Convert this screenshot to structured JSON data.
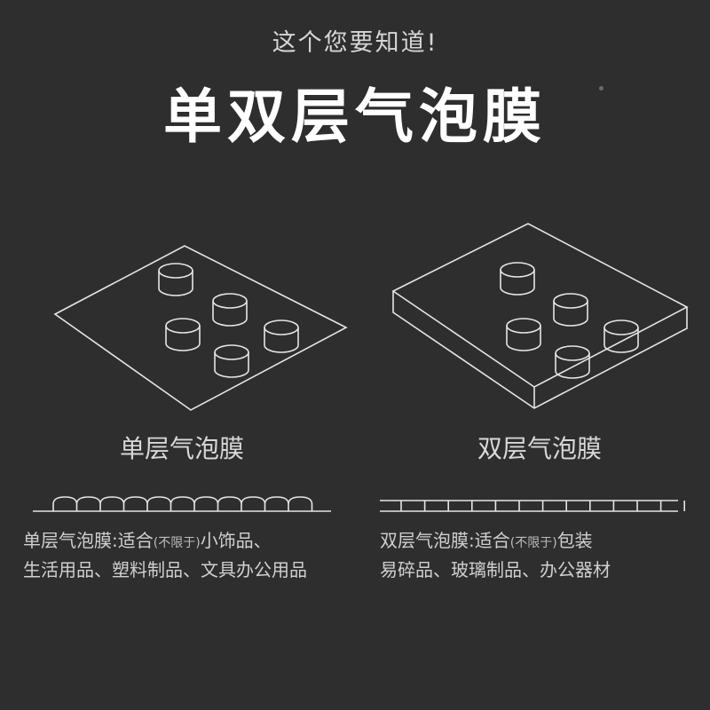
{
  "header": {
    "subtitle": "这个您要知道!",
    "title": "单双层气泡膜"
  },
  "single": {
    "label": "单层气泡膜",
    "desc_line1_a": "单层气泡膜:适合",
    "desc_line1_small": "(不限于)",
    "desc_line1_b": "小饰品、",
    "desc_line2": "生活用品、塑料制品、文具办公用品"
  },
  "double": {
    "label": "双层气泡膜",
    "desc_line1_a": "双层气泡膜:适合",
    "desc_line1_small": "(不限于)",
    "desc_line1_b": "包装",
    "desc_line2": "易碎品、玻璃制品、办公器材"
  },
  "colors": {
    "background": "#2e2e2e",
    "line": "#e6e6e6"
  }
}
